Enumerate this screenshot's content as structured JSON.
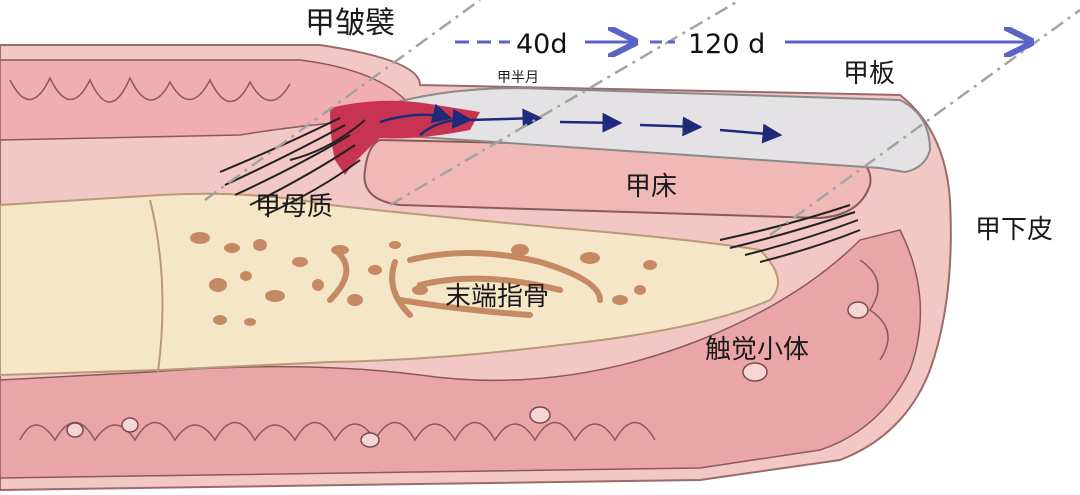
{
  "labels": {
    "eponychium": "甲皱襞",
    "lunula": "甲半月",
    "nail_plate": "甲板",
    "matrix": "甲母质",
    "nail_bed": "甲床",
    "hyponychium": "甲下皮",
    "distal_phalanx": "末端指骨",
    "tactile_corpuscle": "触觉小体"
  },
  "timeline": {
    "stage1": "40d",
    "stage2": "120 d"
  },
  "colors": {
    "skin_outer": "#f3c7c4",
    "dermis": "#eaa6a6",
    "bone": "#f6e6c8",
    "bone_spots": "#c58a64",
    "matrix": "#c8334f",
    "nail_plate": "#e5e2e6",
    "nail_bed": "#f1b9b6",
    "arrow_blue": "#5a63c6",
    "guide_line": "#a3a3a3"
  }
}
